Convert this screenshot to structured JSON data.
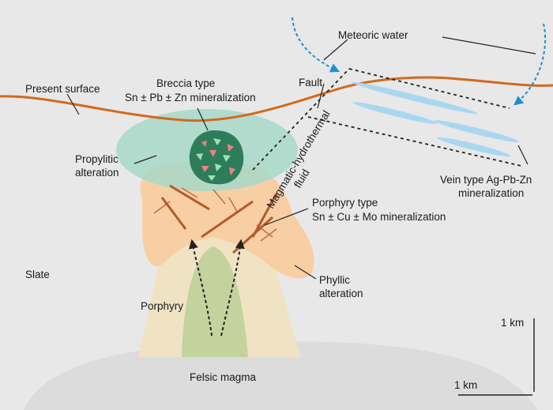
{
  "diagram": {
    "labels": {
      "meteoric_water": "Meteoric water",
      "present_surface": "Present surface",
      "breccia_line1": "Breccia type",
      "breccia_line2": "Sn ± Pb ± Zn mineralization",
      "fault": "Fault",
      "propylitic_line1": "Propylitic",
      "propylitic_line2": "alteration",
      "fluid_line1": "Magmatic-hydrothermal",
      "fluid_line2": "fluid",
      "vein_line1": "Vein type Ag-Pb-Zn",
      "vein_line2": "mineralization",
      "porphyry_type_line1": "Porphyry type",
      "porphyry_type_line2": "Sn ± Cu ± Mo mineralization",
      "slate": "Slate",
      "phyllic_line1": "Phyllic",
      "phyllic_line2": "alteration",
      "porphyry": "Porphyry",
      "felsic_magma": "Felsic magma",
      "scale_vertical": "1 km",
      "scale_horizontal": "1 km"
    },
    "colors": {
      "background": "#e8e8e8",
      "magma": "#dcdcdc",
      "porphyry": "#efe3c4",
      "phyllic": "#f8cfa4",
      "propylitic": "#a7d8c8",
      "fluid_core": "#c4d29e",
      "surface": "#d2691e",
      "veins_porphyry": "#b45a2a",
      "veins_meteoric": "#a8d8ef",
      "meteoric_arrow": "#1e90d0",
      "breccia_fill": "#2e7d5a",
      "breccia_clast_pink": "#f08080",
      "breccia_clast_green": "#9be0b4"
    }
  }
}
